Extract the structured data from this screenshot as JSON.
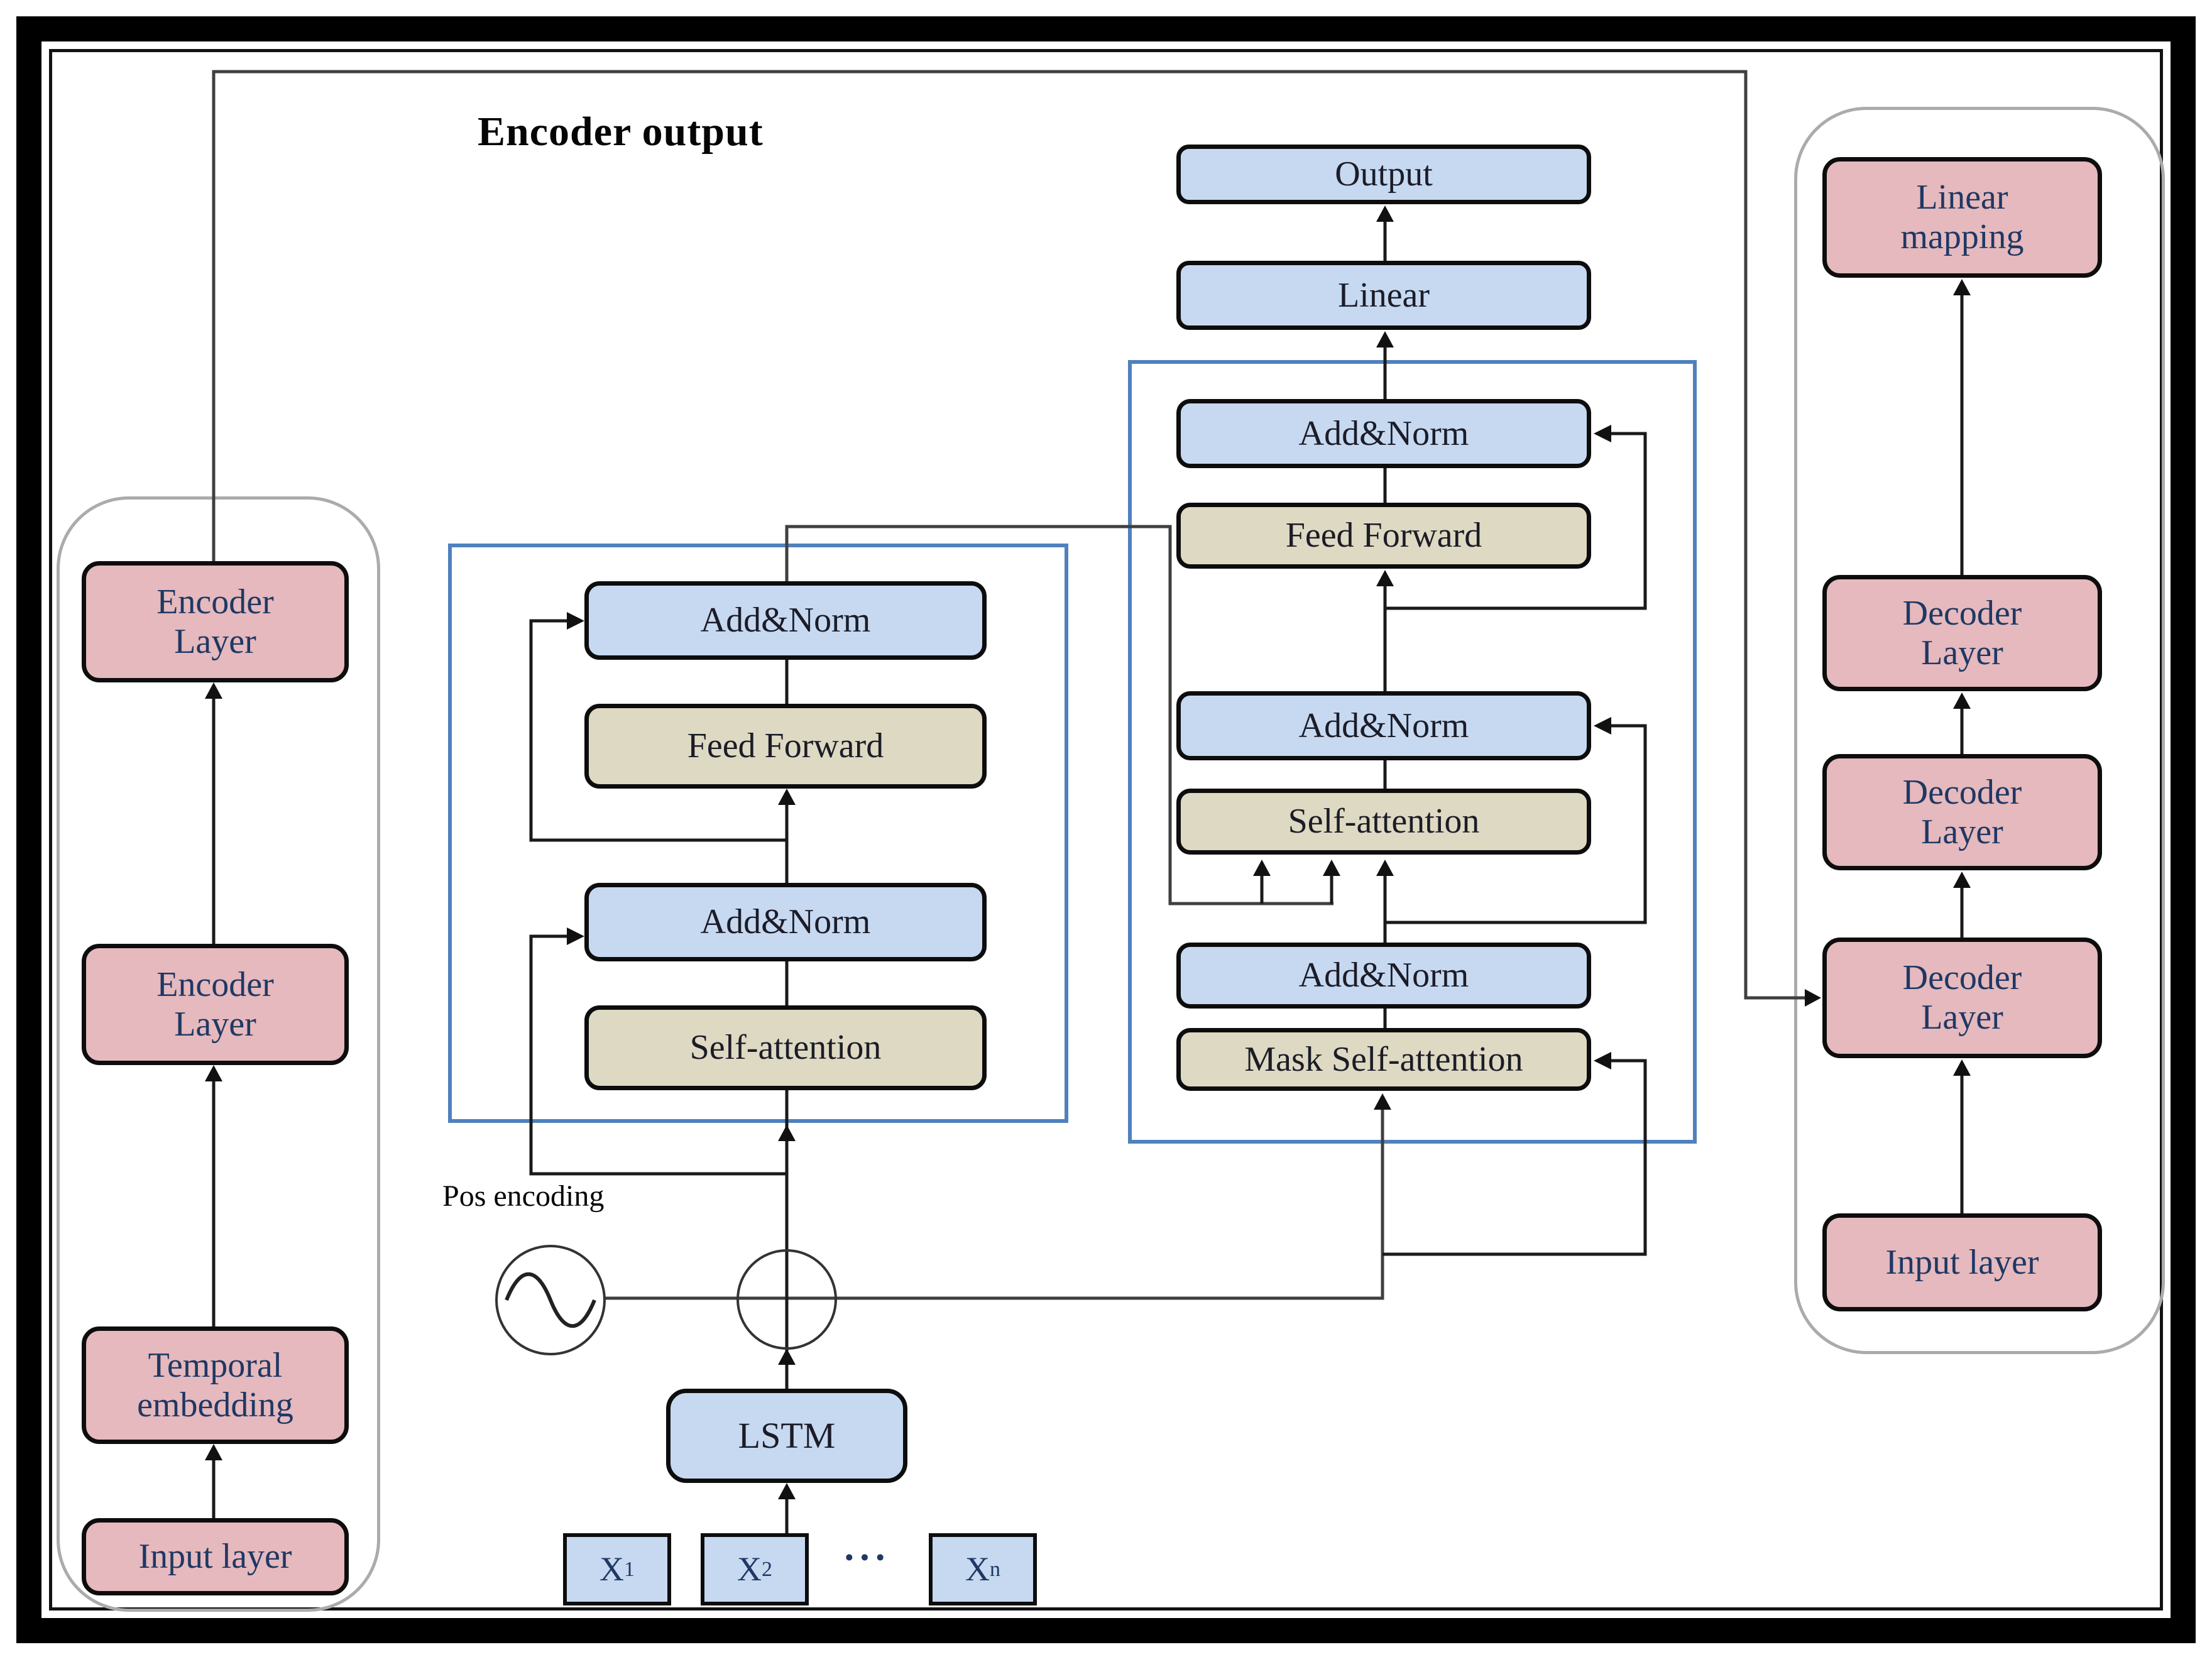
{
  "diagram": {
    "title": "Encoder output",
    "annotations": {
      "pos_encoding": "Pos encoding",
      "ellipsis": "···"
    },
    "left_stack": {
      "encoder_layer_top": "Encoder\nLayer",
      "encoder_layer_bottom": "Encoder\nLayer",
      "temporal_embedding": "Temporal\nembedding",
      "input_layer": "Input layer"
    },
    "encoder_block": {
      "add_norm_top": "Add&Norm",
      "feed_forward": "Feed Forward",
      "add_norm_bottom": "Add&Norm",
      "self_attention": "Self-attention"
    },
    "decoder_block": {
      "output": "Output",
      "linear": "Linear",
      "add_norm_top": "Add&Norm",
      "feed_forward": "Feed Forward",
      "add_norm_mid": "Add&Norm",
      "self_attention": "Self-attention",
      "add_norm_bottom": "Add&Norm",
      "mask_self_attention": "Mask Self-attention"
    },
    "right_stack": {
      "linear_mapping": "Linear\nmapping",
      "decoder_layer_1": "Decoder\nLayer",
      "decoder_layer_2": "Decoder\nLayer",
      "decoder_layer_3": "Decoder\nLayer",
      "input_layer": "Input layer"
    },
    "inputs": {
      "lstm": "LSTM",
      "x1": {
        "base": "X",
        "sub": "1"
      },
      "x2": {
        "base": "X",
        "sub": "2"
      },
      "xn": {
        "base": "X",
        "sub": "n"
      }
    },
    "colors": {
      "box_pink": "#e5b9bd",
      "box_blue": "#c6d9f1",
      "box_tan": "#ded9c2",
      "block_border_blue": "#4f81bd",
      "text_navy": "#1f3864"
    }
  }
}
